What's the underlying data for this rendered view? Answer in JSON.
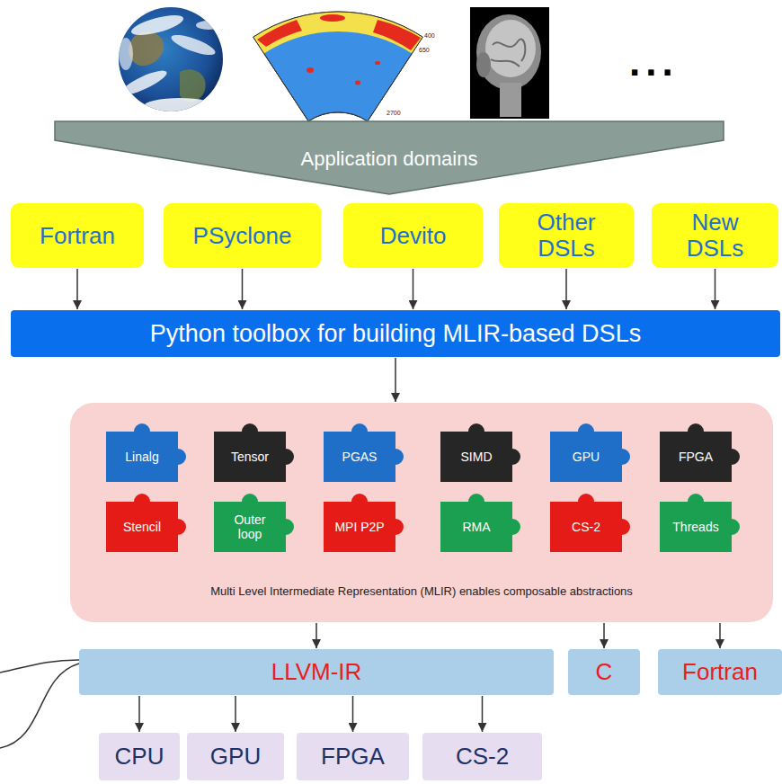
{
  "diagram": {
    "nodes": [
      {
        "text": [
          "Application domains"
        ]
      },
      {
        "text": [
          "Fortran"
        ]
      },
      {
        "text": [
          "PSyclone"
        ]
      },
      {
        "text": [
          "Devito"
        ]
      },
      {
        "text": [
          "Other DSLs"
        ]
      },
      {
        "text": [
          "New DSLs"
        ]
      },
      {
        "text": [
          "Python toolbox for building MLIR-based DSLs"
        ]
      },
      {
        "text": [
          "Multi Level Intermediate Representation (MLIR) enables composable abstractions"
        ]
      },
      {
        "text": [
          "Linalg"
        ],
        "in": 7
      },
      {
        "text": [
          "Tensor"
        ],
        "in": 7
      },
      {
        "text": [
          "PGAS"
        ],
        "in": 7
      },
      {
        "text": [
          "SIMD"
        ],
        "in": 7
      },
      {
        "text": [
          "GPU"
        ],
        "in": 7
      },
      {
        "text": [
          "FPGA"
        ],
        "in": 7
      },
      {
        "text": [
          "Stencil"
        ],
        "in": 7
      },
      {
        "text": [
          "Outer loop"
        ],
        "in": 7
      },
      {
        "text": [
          "MPI P2P"
        ],
        "in": 7
      },
      {
        "text": [
          "RMA"
        ],
        "in": 7
      },
      {
        "text": [
          "CS-2"
        ],
        "in": 7
      },
      {
        "text": [
          "Threads"
        ],
        "in": 7
      },
      {
        "text": [
          "LLVM-IR"
        ]
      },
      {
        "text": [
          "C"
        ]
      },
      {
        "text": [
          "Fortran"
        ]
      },
      {
        "text": [
          "CPU"
        ]
      },
      {
        "text": [
          "GPU"
        ]
      },
      {
        "text": [
          "FPGA"
        ]
      },
      {
        "text": [
          "CS-2"
        ]
      }
    ],
    "edges": [
      {
        "from": 1,
        "to": 6,
        "arrow": "to"
      },
      {
        "from": 2,
        "to": 6,
        "arrow": "to"
      },
      {
        "from": 3,
        "to": 6,
        "arrow": "to"
      },
      {
        "from": 4,
        "to": 6,
        "arrow": "to"
      },
      {
        "from": 5,
        "to": 6,
        "arrow": "to"
      },
      {
        "from": 6,
        "to": 7,
        "arrow": "to"
      },
      {
        "from": 7,
        "to": 20,
        "arrow": "to"
      },
      {
        "from": 7,
        "to": 21,
        "arrow": "to"
      },
      {
        "from": 7,
        "to": 22,
        "arrow": "to"
      },
      {
        "from": 20,
        "to": 23,
        "arrow": "to"
      },
      {
        "from": 20,
        "to": 24,
        "arrow": "to"
      },
      {
        "from": 20,
        "to": 25,
        "arrow": "to"
      },
      {
        "from": 20,
        "to": 26,
        "arrow": "to"
      }
    ],
    "labels": [
      "400",
      "650",
      "2700",
      "..."
    ]
  }
}
